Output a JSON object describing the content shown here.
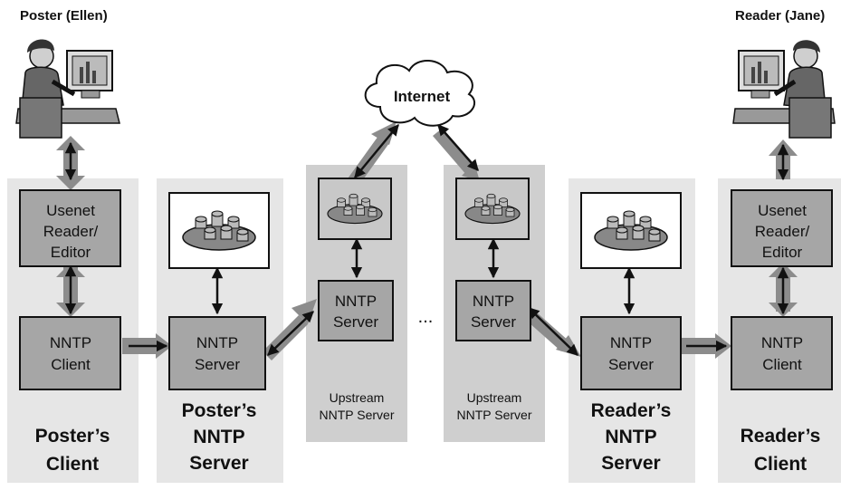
{
  "people": {
    "poster": "Poster (Ellen)",
    "reader": "Reader (Jane)"
  },
  "internet": "Internet",
  "ellipsis": "...",
  "boxes": {
    "usenet_left": [
      "Usenet",
      "Reader/",
      "Editor"
    ],
    "usenet_right": [
      "Usenet",
      "Reader/",
      "Editor"
    ],
    "client_left": [
      "NNTP",
      "Client"
    ],
    "client_right": [
      "NNTP",
      "Client"
    ],
    "server_poster": [
      "NNTP",
      "Server"
    ],
    "server_up1": [
      "NNTP",
      "Server"
    ],
    "server_up2": [
      "NNTP",
      "Server"
    ],
    "server_reader": [
      "NNTP",
      "Server"
    ]
  },
  "captions": {
    "posters_client": [
      "Poster’s",
      "Client"
    ],
    "posters_server": [
      "Poster’s",
      "NNTP",
      "Server"
    ],
    "upstream1": [
      "Upstream",
      "NNTP Server"
    ],
    "upstream2": [
      "Upstream",
      "NNTP Server"
    ],
    "readers_server": [
      "Reader’s",
      "NNTP",
      "Server"
    ],
    "readers_client": [
      "Reader’s",
      "Client"
    ]
  },
  "colors": {
    "panel": "#e6e6e6",
    "upstream_panel": "#cfcfcf",
    "box_fill": "#a6a6a6",
    "wide_arrow": "#8c8c8c",
    "line": "#111111"
  }
}
